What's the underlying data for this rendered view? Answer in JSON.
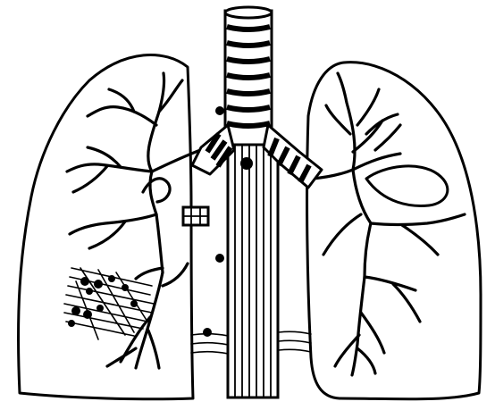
{
  "figure": {
    "subject": "lungs-trachea-bronchi-esophagus",
    "ink_color": "#000000",
    "paper_color": "#ffffff",
    "lymph_node_count": 5,
    "lesion_location": "right-lower-lung"
  }
}
